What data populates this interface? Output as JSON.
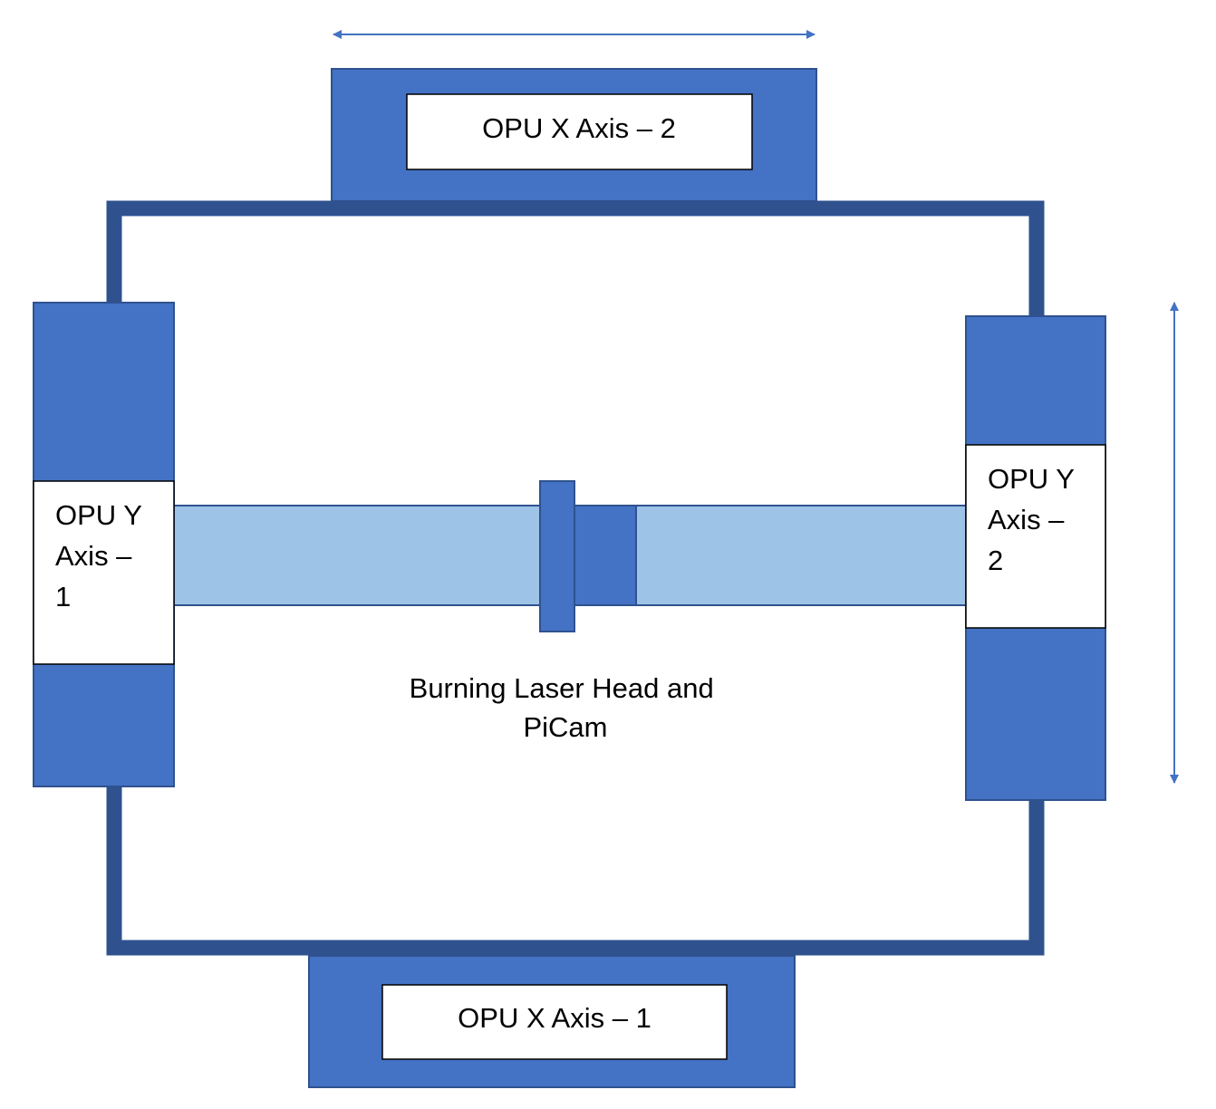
{
  "labels": {
    "x_axis_2": "OPU X Axis – 2",
    "x_axis_1": "OPU X Axis – 1",
    "y_axis_1": [
      "OPU Y",
      "Axis –",
      "1"
    ],
    "y_axis_2": [
      "OPU Y",
      "Axis –",
      "2"
    ],
    "head": [
      "Burning Laser Head and",
      "PiCam"
    ]
  },
  "colors": {
    "frame": "#2f528f",
    "carriage": "#4472c4",
    "rail": "#9dc3e6",
    "label_box": "#ffffff",
    "text": "#000000",
    "arrow": "#4472c4"
  }
}
